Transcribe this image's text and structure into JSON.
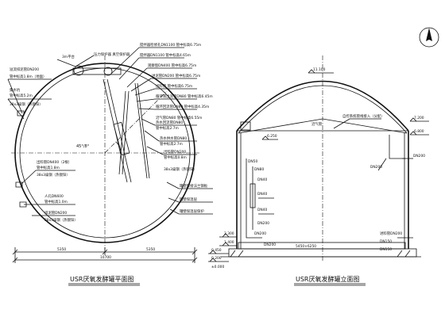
{
  "plan": {
    "title": "USR厌氧发酵罐平面图",
    "dim_total": "10700",
    "dim_left": "5350",
    "dim_right": "5350",
    "angle_label": "45°/8°",
    "callouts_right": [
      "搅拌器检修孔DN1100  管中标高6.75m",
      "搅拌器DN1100  管中标高4.65m",
      "观察窗DN400  管中标高6.75m",
      "进泥管DN200  管中标高6.75m",
      "出料管  管中标高6.75m",
      "循环液出泥管DN80  管中标高6.45m",
      "循环回流管DN80  管中标高4.35m",
      "沼气管DN80  管中标高6.55m",
      "热水回流管DN80",
      "管中标高2.7m",
      "热水供水管DN80",
      "管中标高2.7m",
      "出料管DN200",
      "管中标高0.8m",
      "38x3扁钢（热镀锌）"
    ],
    "callouts_lower": [
      "罐壁焊接法兰钢板",
      "罐壁保温层",
      "罐壁保温层保护"
    ],
    "callouts_left": [
      "压力保护器  真空保护器",
      "3m平台",
      "溢流排泥管DN200",
      "管中标高1.8m（地面）",
      "集水坑",
      "管中标高5.2m",
      "38x3扁钢（热镀锌）",
      "出料管DN400（2根）",
      "管中标高1.8m",
      "38x3扁钢（热镀锌）",
      "人孔DN600",
      "管中标高1.0m",
      "排泥管DN200",
      "38x3扁钢（热镀锌）"
    ]
  },
  "section": {
    "title": "USR厌氧发酵罐立面图",
    "top_elev": "11.100",
    "roof_elev": "6.250",
    "right_elev_1": "7.200",
    "right_elev_2": "6.800",
    "left_elev_1": "2.300",
    "left_elev_2": "1.400",
    "left_elev_3": "0.450",
    "left_elev_4": "0.200",
    "base_elev": "±0.000",
    "callouts": [
      "沼气管",
      "自控系统管线接入（分配）",
      "DN200",
      "DN200",
      "DN50",
      "DN80",
      "DN40",
      "DN40",
      "DN40",
      "DN200",
      "DN200",
      "DN200",
      "进料管DN200",
      "DN150",
      "DN150",
      "5450×6250"
    ]
  }
}
